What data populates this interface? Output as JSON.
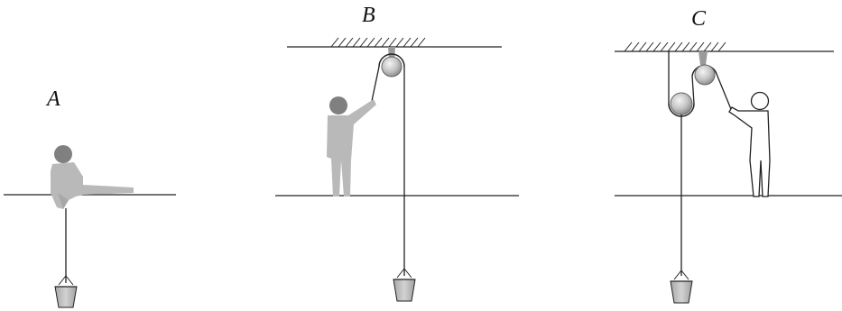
{
  "panels": [
    {
      "id": "A",
      "label": "A"
    },
    {
      "id": "B",
      "label": "B"
    },
    {
      "id": "C",
      "label": "C"
    }
  ],
  "colors": {
    "line": "#222222",
    "person_gray": "#b9b9b9",
    "head_dark": "#808080",
    "pulley_light": "#dedede",
    "pulley_mid": "#9a9a9a",
    "bucket": "#bdbdbd"
  }
}
